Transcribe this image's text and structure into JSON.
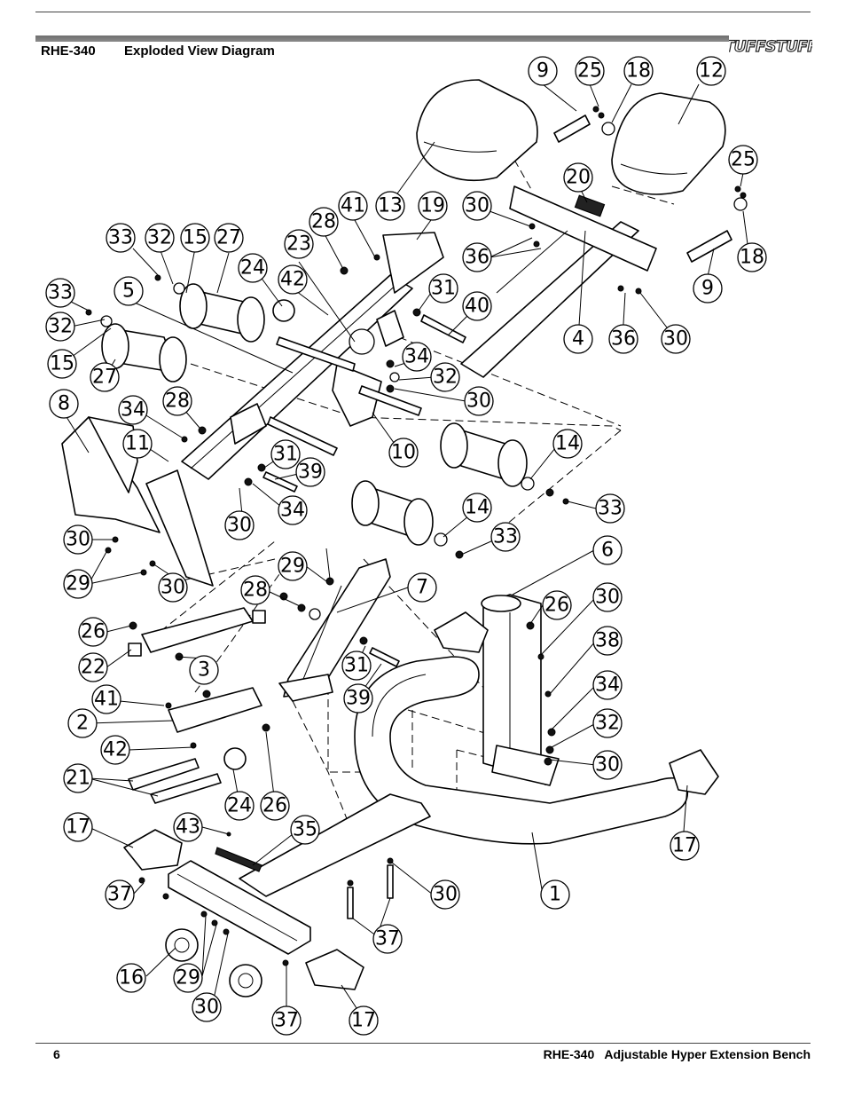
{
  "header": {
    "model": "RHE-340",
    "title": "Exploded View Diagram",
    "logo_text": "TUFFSTUFF"
  },
  "footer": {
    "page_number": "6",
    "product": "RHE-340   Adjustable Hyper Extension Bench"
  },
  "callouts": [
    "9",
    "25",
    "18",
    "12",
    "25",
    "20",
    "18",
    "9",
    "4",
    "36",
    "30",
    "36",
    "30",
    "13",
    "19",
    "41",
    "28",
    "23",
    "24",
    "42",
    "31",
    "40",
    "33",
    "32",
    "15",
    "27",
    "33",
    "5",
    "32",
    "15",
    "27",
    "34",
    "32",
    "30",
    "10",
    "8",
    "34",
    "28",
    "11",
    "31",
    "39",
    "34",
    "30",
    "14",
    "33",
    "14",
    "33",
    "30",
    "29",
    "30",
    "6",
    "26",
    "30",
    "38",
    "34",
    "32",
    "30",
    "29",
    "28",
    "7",
    "26",
    "22",
    "3",
    "31",
    "39",
    "41",
    "2",
    "42",
    "24",
    "26",
    "21",
    "17",
    "43",
    "35",
    "17",
    "37",
    "30",
    "1",
    "37",
    "16",
    "29",
    "30",
    "37",
    "17"
  ]
}
